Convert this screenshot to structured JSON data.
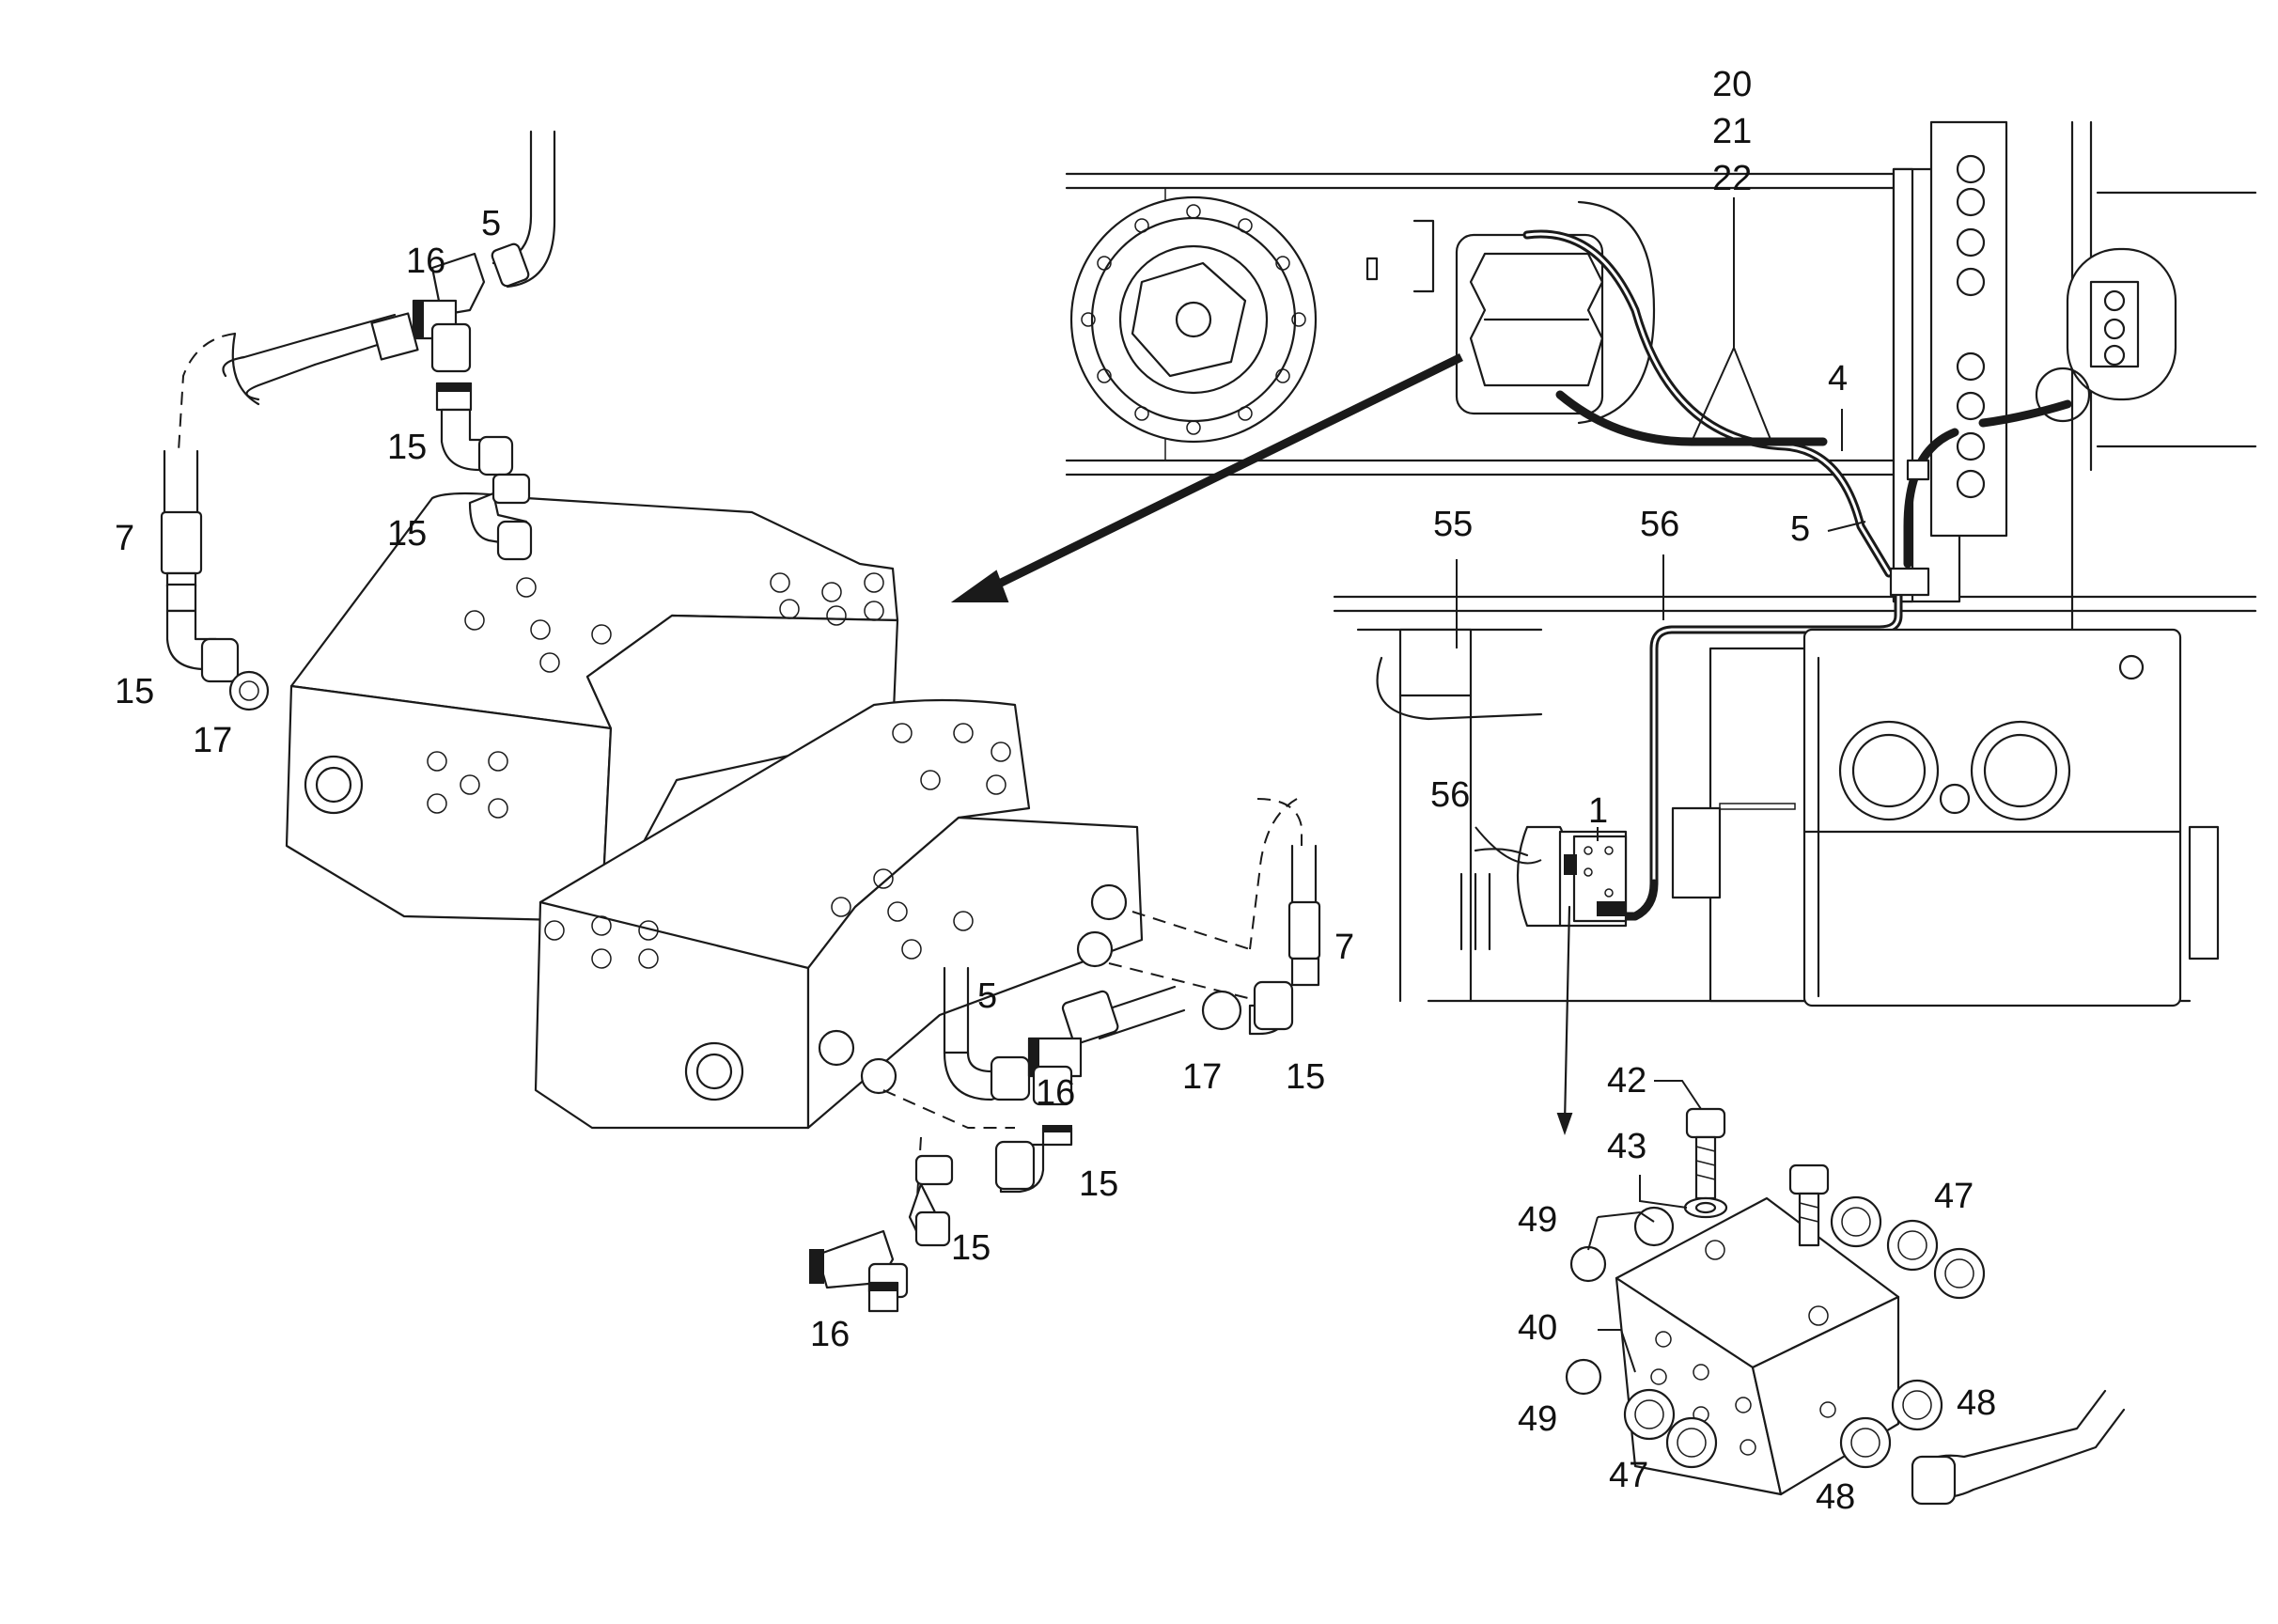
{
  "callouts": [
    {
      "id": "c-20",
      "text": "20"
    },
    {
      "id": "c-21",
      "text": "21"
    },
    {
      "id": "c-22",
      "text": "22"
    },
    {
      "id": "c-4",
      "text": "4"
    },
    {
      "id": "c-5-right",
      "text": "5"
    },
    {
      "id": "c-55",
      "text": "55"
    },
    {
      "id": "c-56-top",
      "text": "56"
    },
    {
      "id": "c-56-left",
      "text": "56"
    },
    {
      "id": "c-1",
      "text": "1"
    },
    {
      "id": "c-5-top",
      "text": "5"
    },
    {
      "id": "c-16-top",
      "text": "16"
    },
    {
      "id": "c-15-a",
      "text": "15"
    },
    {
      "id": "c-15-b",
      "text": "15"
    },
    {
      "id": "c-7-left",
      "text": "7"
    },
    {
      "id": "c-15-left",
      "text": "15"
    },
    {
      "id": "c-17-left",
      "text": "17"
    },
    {
      "id": "c-7-right",
      "text": "7"
    },
    {
      "id": "c-5-mid",
      "text": "5"
    },
    {
      "id": "c-16-mid",
      "text": "16"
    },
    {
      "id": "c-17-mid",
      "text": "17"
    },
    {
      "id": "c-15-mid",
      "text": "15"
    },
    {
      "id": "c-15-low",
      "text": "15"
    },
    {
      "id": "c-15-bot",
      "text": "15"
    },
    {
      "id": "c-16-bot",
      "text": "16"
    },
    {
      "id": "c-42",
      "text": "42"
    },
    {
      "id": "c-43",
      "text": "43"
    },
    {
      "id": "c-49-top",
      "text": "49"
    },
    {
      "id": "c-47-top",
      "text": "47"
    },
    {
      "id": "c-40",
      "text": "40"
    },
    {
      "id": "c-49-bot",
      "text": "49"
    },
    {
      "id": "c-48-right",
      "text": "48"
    },
    {
      "id": "c-47-bot",
      "text": "47"
    },
    {
      "id": "c-48-bot",
      "text": "48"
    }
  ]
}
